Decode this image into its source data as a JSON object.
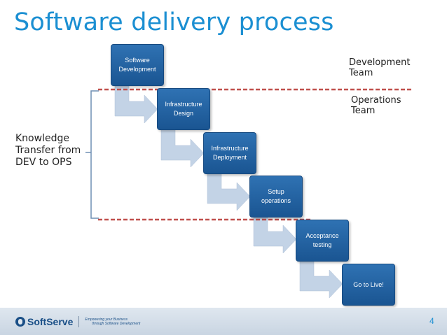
{
  "slide": {
    "title": "Software delivery process",
    "page_number": "4"
  },
  "left_label": {
    "line1": "Knowledge",
    "line2": "Transfer from",
    "line3": "DEV to OPS"
  },
  "team_labels": {
    "development": {
      "line1": "Development",
      "line2": "Team"
    },
    "operations": {
      "line1": "Operations",
      "line2": "Team"
    }
  },
  "steps": [
    {
      "line1": "Software",
      "line2": "Development"
    },
    {
      "line1": "Infrastructure",
      "line2": "Design"
    },
    {
      "line1": "Infrastructure",
      "line2": "Deployment"
    },
    {
      "line1": "Setup",
      "line2": "operations"
    },
    {
      "line1": "Acceptance",
      "line2": "testing"
    },
    {
      "line1": "Go to Live!",
      "line2": ""
    }
  ],
  "footer": {
    "logo_text": "SoftServe",
    "tagline_line1": "Empowering your Business",
    "tagline_line2": "through Software Development"
  },
  "colors": {
    "title": "#1b8fd2",
    "box": "#1f5f9f",
    "arrow": "#c3d3e6",
    "dashed_line": "#c0504d"
  }
}
